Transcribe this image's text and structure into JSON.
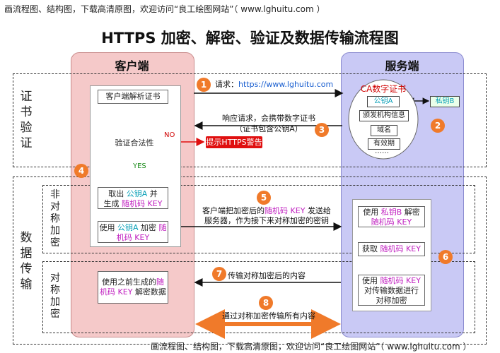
{
  "watermark_top": "画流程图、结构图，下载高清原图，欢迎访问“良工绘图网站”（ www.lghuitu.com ）",
  "watermark_bottom": "画流程图、结构图，下载高清原图，欢迎访问“良工绘图网站”（ www.lghuitu.com ）",
  "title": "HTTPS 加密、解密、验证及数据传输流程图",
  "columns": {
    "client": "客户端",
    "server": "服务端"
  },
  "side_labels": {
    "cert_verify": [
      "证",
      "书",
      "验",
      "证"
    ],
    "data_transfer": [
      "数",
      "据",
      "传",
      "输"
    ],
    "asymmetric": [
      "非",
      "对",
      "称",
      "加",
      "密"
    ],
    "symmetric": [
      "对",
      "称",
      "加",
      "密"
    ]
  },
  "client": {
    "parse_cert": "客户端解析证书",
    "verify_legit": "验证合法性",
    "no_label": "NO",
    "yes_label": "YES",
    "warning": "提示HTTPS警告",
    "take_key_1": "取出",
    "take_key_2": "公钥A",
    "take_key_3": "并",
    "take_key_4": "生成",
    "take_key_5": "随机码 KEY",
    "encrypt_1": "使用",
    "encrypt_2": "公钥A",
    "encrypt_3": "加密",
    "encrypt_4": "随",
    "encrypt_5": "机码 KEY",
    "decrypt_1": "使用之前生成的",
    "decrypt_2": "随",
    "decrypt_3": "机码 KEY",
    "decrypt_4": "解密数据"
  },
  "server": {
    "ca_cert": "CA数字证书",
    "public_key": "公钥A",
    "private_key": "私钥B",
    "issuer": "颁发机构信息",
    "domain": "域名",
    "validity": "有效期",
    "ellipsis": "……",
    "use_private_1": "使用",
    "use_private_2": "私钥B",
    "use_private_3": "解密",
    "use_private_4": "随机码 KEY",
    "get_key_1": "获取",
    "get_key_2": "随机码 KEY",
    "enc_data_1": "使用",
    "enc_data_2": "随机码 KEY",
    "enc_data_3": "对传输数据进行",
    "enc_data_4": "对称加密"
  },
  "messages": {
    "request_label": "请求：",
    "request_url": "https://www.lghuitu.com",
    "response_1": "响应请求，会携带数字证书",
    "response_2": "（证书包含公钥A）",
    "send_key_1": "客户端把加密后的",
    "send_key_2": "随机码 KEY",
    "send_key_3": "发送给",
    "send_key_4": "服务器，作为接下来对称加密的密钥",
    "encrypted_content": "传输对称加密后的内容",
    "all_content": "通过对称加密传输所有内容"
  },
  "steps": [
    "1",
    "2",
    "3",
    "4",
    "5",
    "6",
    "7",
    "8"
  ]
}
